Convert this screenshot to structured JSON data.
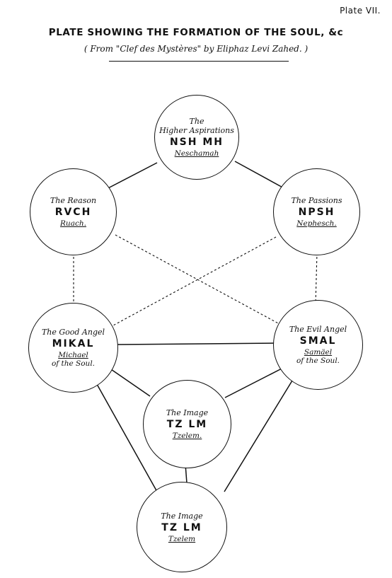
{
  "header": {
    "plate": "Plate VII.",
    "title": "PLATE SHOWING THE FORMATION OF THE SOUL, &c",
    "subtitle": "( From \"Clef des Mystères\" by Eliphaz Levi Zahed. )"
  },
  "nodes": {
    "higher": {
      "label1": "The",
      "label2": "Higher Aspirations",
      "hebrew": "NSH MH",
      "name": "Neschamah"
    },
    "reason": {
      "label1": "The Reason",
      "hebrew": "RVCH",
      "name": "Ruach."
    },
    "passions": {
      "label1": "The Passions",
      "hebrew": "NPSH",
      "name": "Nephesch."
    },
    "good": {
      "label1": "The Good Angel",
      "hebrew": "MIKAL",
      "name": "Michael",
      "sub": "of the Soul."
    },
    "evil": {
      "label1": "The Evil Angel",
      "hebrew": "SMAL",
      "name": "Samäel",
      "sub": "of the Soul."
    },
    "image1": {
      "label1": "The Image",
      "hebrew": "TZ LM",
      "name": "Tzelem."
    },
    "image2": {
      "label1": "The Image",
      "hebrew": "TZ LM",
      "name": "Tzelem"
    }
  }
}
